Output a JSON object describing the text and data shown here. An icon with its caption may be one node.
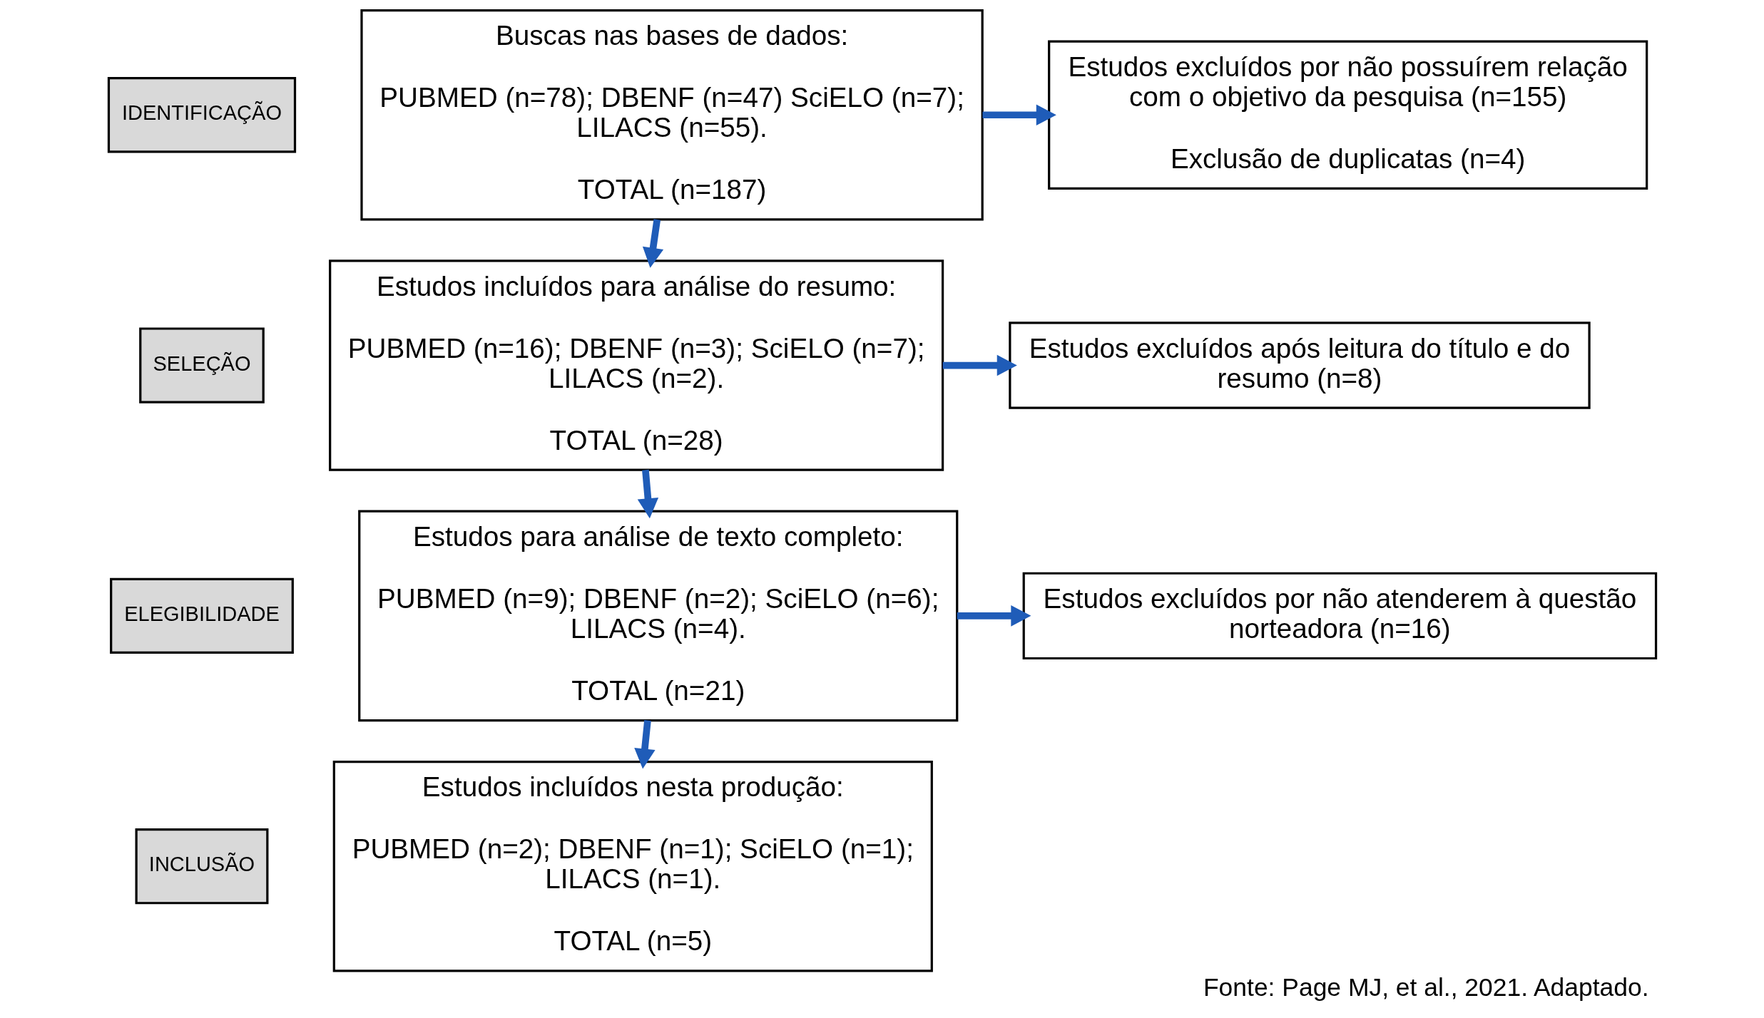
{
  "diagram": {
    "caption": "Fonte: Page MJ, et al., 2021. Adaptado.",
    "nodes": [
      {
        "text": [
          "IDENTIFICAÇÃO"
        ]
      },
      {
        "text": [
          "Buscas nas bases de dados:",
          "PUBMED (n=78); DBENF (n=47) SciELO (n=7); LILACS (n=55).",
          "TOTAL (n=187)"
        ]
      },
      {
        "text": [
          "Estudos excluídos por não possuírem relação com o objetivo da pesquisa (n=155)",
          "Exclusão de duplicatas (n=4)"
        ]
      },
      {
        "text": [
          "SELEÇÃO"
        ]
      },
      {
        "text": [
          "Estudos incluídos para análise do resumo:",
          "PUBMED (n=16); DBENF (n=3); SciELO (n=7); LILACS (n=2).",
          "TOTAL (n=28)"
        ]
      },
      {
        "text": [
          "Estudos excluídos após leitura do título e do resumo (n=8)"
        ]
      },
      {
        "text": [
          "ELEGIBILIDADE"
        ]
      },
      {
        "text": [
          "Estudos para análise de texto completo:",
          "PUBMED (n=9); DBENF (n=2); SciELO (n=6); LILACS (n=4).",
          "TOTAL (n=21)"
        ]
      },
      {
        "text": [
          "Estudos excluídos por não atenderem à questão norteadora (n=16)"
        ]
      },
      {
        "text": [
          "INCLUSÃO"
        ]
      },
      {
        "text": [
          "Estudos incluídos nesta produção:",
          "PUBMED (n=2); DBENF (n=1); SciELO (n=1); LILACS (n=1).",
          "TOTAL (n=5)"
        ]
      }
    ],
    "edges": [
      {
        "from": 1,
        "to": 2,
        "arrow": "to"
      },
      {
        "from": 1,
        "to": 4,
        "arrow": "to"
      },
      {
        "from": 4,
        "to": 5,
        "arrow": "to"
      },
      {
        "from": 4,
        "to": 7,
        "arrow": "to"
      },
      {
        "from": 7,
        "to": 8,
        "arrow": "to"
      },
      {
        "from": 7,
        "to": 10,
        "arrow": "to"
      }
    ]
  }
}
